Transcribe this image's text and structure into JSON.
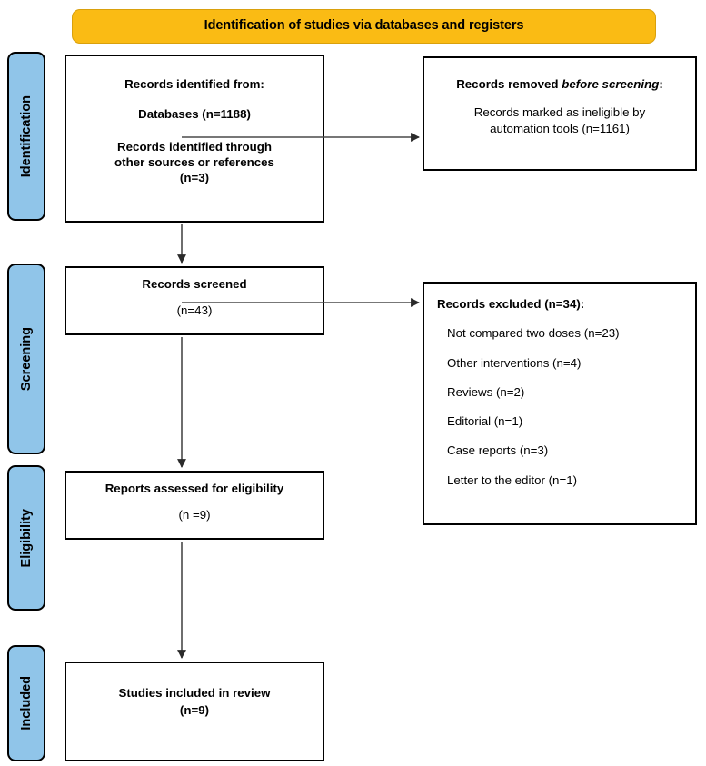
{
  "banner": {
    "title": "Identification of studies via databases and registers",
    "color": "#FABB14"
  },
  "stages": [
    {
      "key": "identification",
      "label": "Identification",
      "color": "#90C5E9"
    },
    {
      "key": "screening",
      "label": "Screening",
      "color": "#90C5E9"
    },
    {
      "key": "eligibility",
      "label": "Eligibility",
      "color": "#90C5E9"
    },
    {
      "key": "included",
      "label": "Included",
      "color": "#90C5E9"
    }
  ],
  "boxes": {
    "identified": {
      "heading": "Records identified from:",
      "line_databases": "Databases (n=1188)",
      "line_other_1": "Records identified through",
      "line_other_2": "other sources or references",
      "line_other_3": "(n=3)"
    },
    "removed": {
      "heading_main": "Records removed ",
      "heading_italic": "before screening",
      "heading_tail": ":",
      "line_1": "Records marked as ineligible by",
      "line_2": "automation tools (n=1161)"
    },
    "screened": {
      "heading": "Records screened",
      "count": "(n=43)"
    },
    "excluded": {
      "heading": "Records excluded (n=34):",
      "reasons": [
        "Not compared two doses (n=23)",
        "Other interventions (n=4)",
        "Reviews (n=2)",
        "Editorial (n=1)",
        "Case reports (n=3)",
        "Letter to the editor (n=1)"
      ]
    },
    "reports": {
      "heading": "Reports assessed for eligibility",
      "count": "(n =9)"
    },
    "included": {
      "heading": "Studies included in review",
      "count": "(n=9)"
    }
  },
  "arrows": [
    {
      "name": "identified-to-removed",
      "direction": "right"
    },
    {
      "name": "identified-to-screened",
      "direction": "down"
    },
    {
      "name": "screened-to-excluded",
      "direction": "right"
    },
    {
      "name": "screened-to-reports",
      "direction": "down"
    },
    {
      "name": "reports-to-included",
      "direction": "down"
    }
  ]
}
